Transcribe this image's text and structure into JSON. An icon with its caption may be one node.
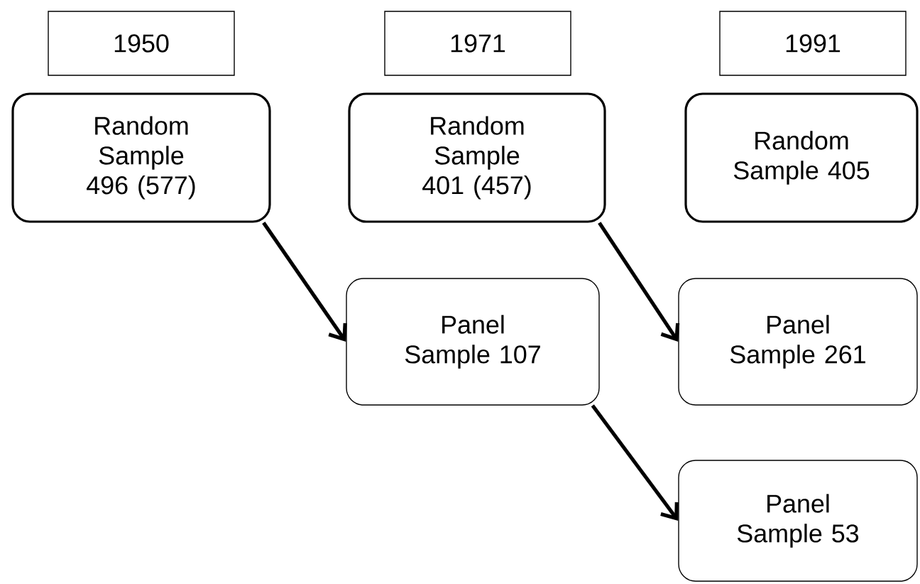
{
  "diagram": {
    "nodes": [
      {
        "text": [
          "1950"
        ]
      },
      {
        "text": [
          "1971"
        ]
      },
      {
        "text": [
          "1991"
        ]
      },
      {
        "text": [
          "Random Sample 496 (577)"
        ]
      },
      {
        "text": [
          "Random Sample 401 (457)"
        ]
      },
      {
        "text": [
          "Random Sample 405"
        ]
      },
      {
        "text": [
          "Panel Sample 107"
        ]
      },
      {
        "text": [
          "Panel Sample 261"
        ]
      },
      {
        "text": [
          "Panel Sample 53"
        ]
      }
    ],
    "edges": [
      {
        "from": 3,
        "to": 6,
        "arrow": "to"
      },
      {
        "from": 4,
        "to": 7,
        "arrow": "to"
      },
      {
        "from": 6,
        "to": 8,
        "arrow": "to"
      }
    ]
  }
}
